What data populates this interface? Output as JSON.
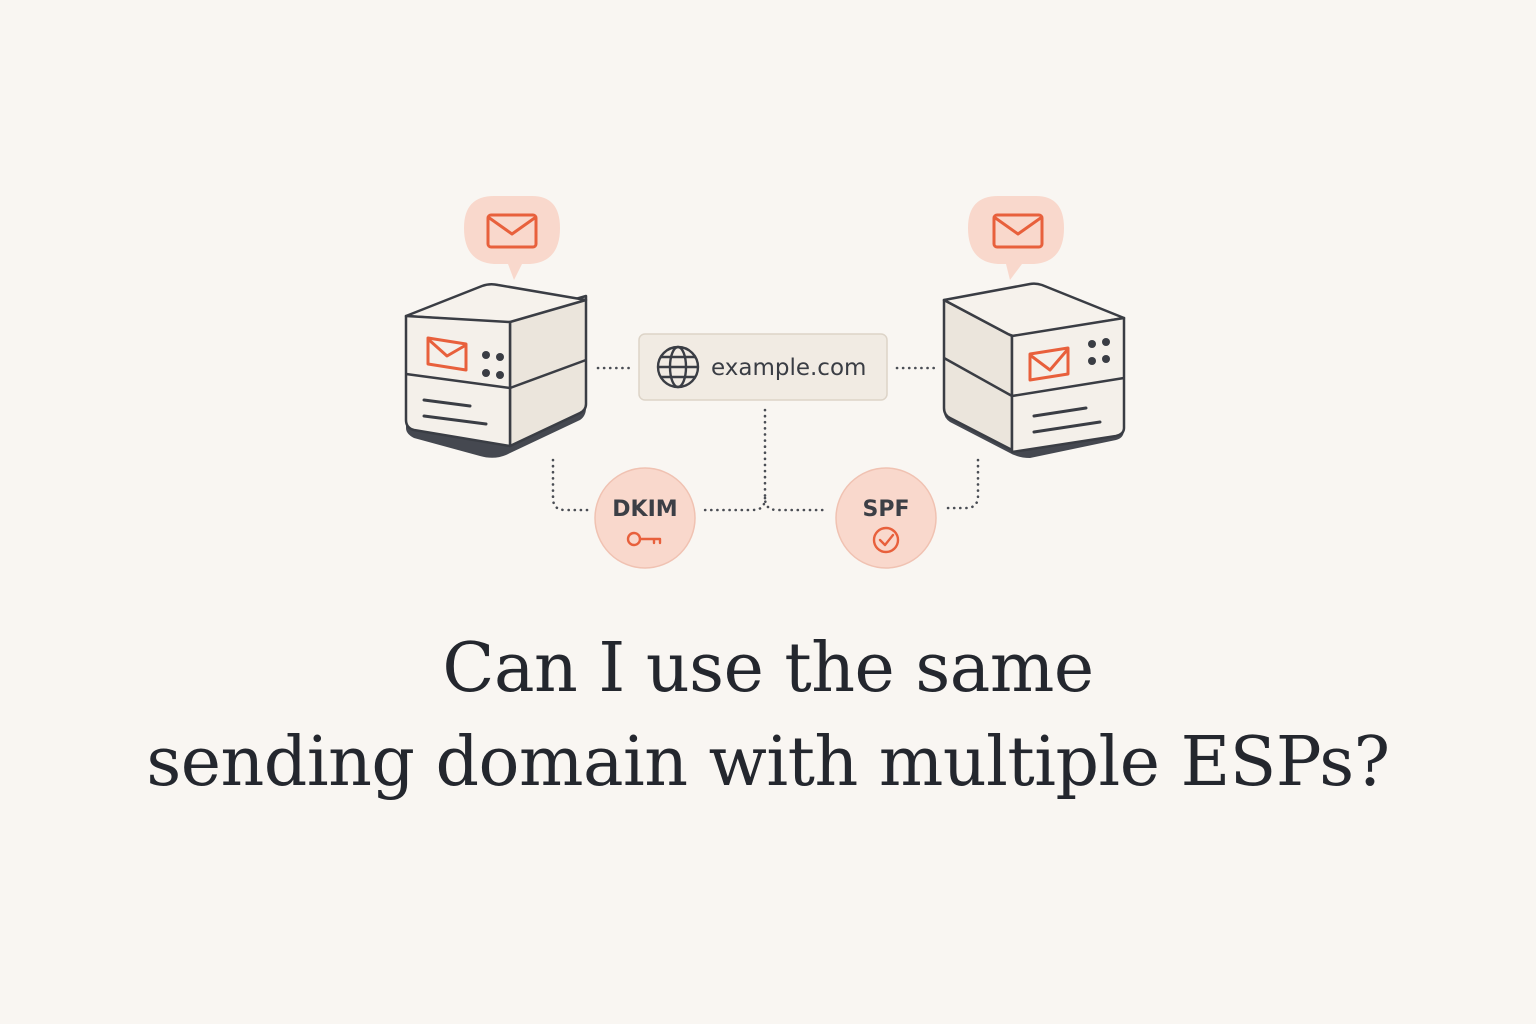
{
  "diagram": {
    "domain_label": "example.com",
    "left_server": {
      "envelope_icon": "envelope-icon",
      "bubble_icon": "envelope-icon"
    },
    "right_server": {
      "envelope_icon": "envelope-icon",
      "bubble_icon": "envelope-icon"
    },
    "badges": [
      {
        "label": "DKIM",
        "icon": "key-icon"
      },
      {
        "label": "SPF",
        "icon": "check-circle-icon"
      }
    ],
    "colors": {
      "background": "#f9f6f2",
      "accent": "#e8603c",
      "badge_fill": "#f9d8cc",
      "outline": "#3a3d44",
      "server_fill": "#f3efe8",
      "domain_box_fill": "#f1ebe3"
    }
  },
  "title": {
    "line1": "Can I use the same",
    "line2": "sending domain with multiple ESPs?"
  }
}
